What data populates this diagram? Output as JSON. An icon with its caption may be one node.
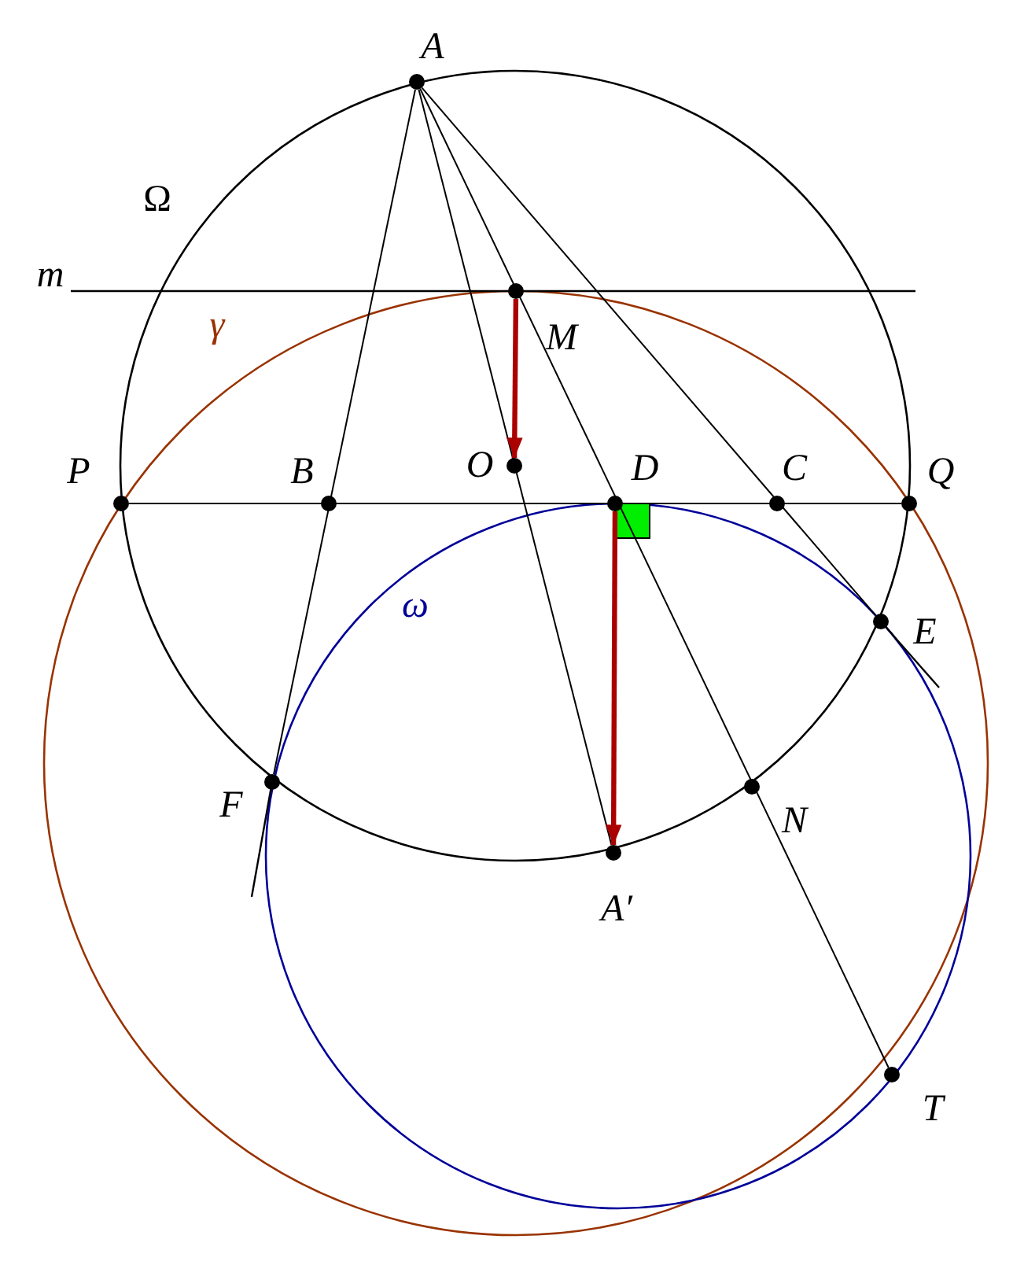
{
  "diagram": {
    "nodes": [
      {
        "text": [
          "A"
        ]
      },
      {
        "text": [
          "M"
        ]
      },
      {
        "text": [
          "O"
        ]
      },
      {
        "text": [
          "P"
        ]
      },
      {
        "text": [
          "B"
        ]
      },
      {
        "text": [
          "D"
        ]
      },
      {
        "text": [
          "C"
        ]
      },
      {
        "text": [
          "Q"
        ]
      },
      {
        "text": [
          "E"
        ]
      },
      {
        "text": [
          "F"
        ]
      },
      {
        "text": [
          "N"
        ]
      },
      {
        "text": [
          "A′"
        ]
      },
      {
        "text": [
          "T"
        ]
      }
    ],
    "edges": [
      {
        "from": 0,
        "to": 9,
        "arrow": "none"
      },
      {
        "from": 0,
        "to": 8,
        "arrow": "none"
      },
      {
        "from": 0,
        "to": 11,
        "arrow": "none"
      },
      {
        "from": 0,
        "to": 12,
        "arrow": "none"
      },
      {
        "from": 3,
        "to": 7,
        "arrow": "none"
      },
      {
        "from": 1,
        "to": 2,
        "arrow": "to",
        "style": "thick",
        "color": "#aa0000"
      },
      {
        "from": 5,
        "to": 11,
        "arrow": "to",
        "style": "thick",
        "color": "#aa0000"
      }
    ],
    "labels": [
      "Ω",
      "m",
      "γ",
      "ω"
    ]
  }
}
